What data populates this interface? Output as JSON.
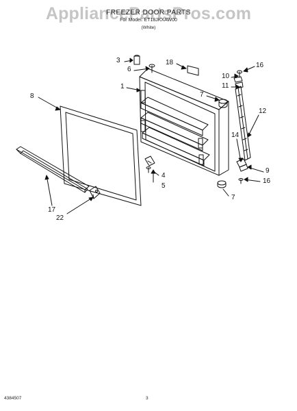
{
  "header": {
    "watermark": "AppliancePartsPros.com",
    "title": "FREEZER DOOR PARTS",
    "model": "For Model: ET18JKXAW00",
    "revision": "(White)"
  },
  "callouts": {
    "c1": "1",
    "c3": "3",
    "c4": "4",
    "c5": "5",
    "c6": "6",
    "c7a": "7",
    "c7b": "7",
    "c8": "8",
    "c9": "9",
    "c10": "10",
    "c11": "11",
    "c12": "12",
    "c14": "14",
    "c16a": "16",
    "c16b": "16",
    "c17": "17",
    "c18": "18",
    "c22": "22"
  },
  "footer": {
    "part_number": "4384507",
    "page_number": "3"
  },
  "colors": {
    "line": "#111111",
    "watermark": "#969696"
  }
}
